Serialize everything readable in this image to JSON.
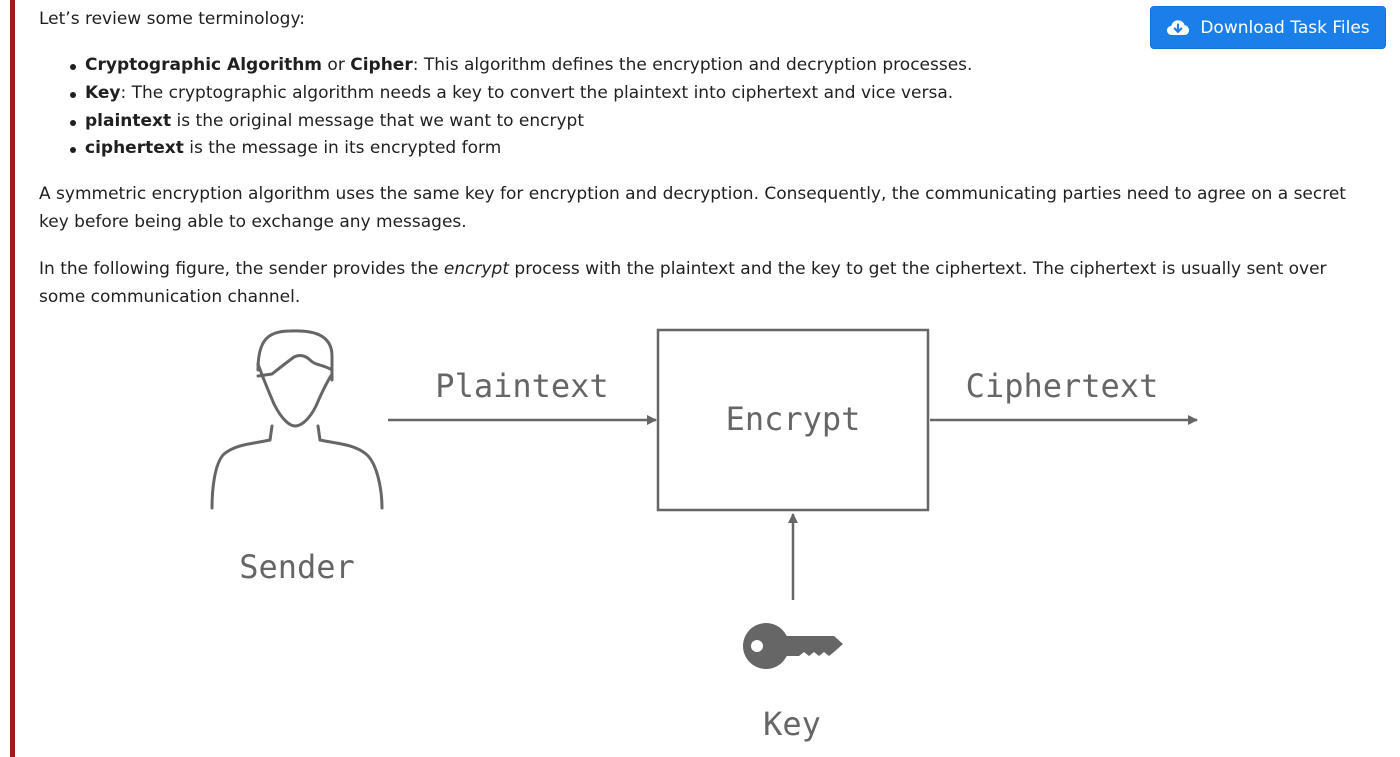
{
  "intro": "Let’s review some terminology:",
  "download_button": {
    "label": "Download Task Files",
    "icon": "cloud-download-icon"
  },
  "terms": [
    {
      "bold1": "Cryptographic Algorithm",
      "mid": " or ",
      "bold2": "Cipher",
      "rest": ": This algorithm defines the encryption and decryption processes."
    },
    {
      "bold1": "Key",
      "mid": "",
      "bold2": "",
      "rest": ": The cryptographic algorithm needs a key to convert the plaintext into ciphertext and vice versa."
    },
    {
      "bold1": "plaintext",
      "mid": "",
      "bold2": "",
      "rest": " is the original message that we want to encrypt"
    },
    {
      "bold1": "ciphertext",
      "mid": "",
      "bold2": "",
      "rest": " is the message in its encrypted form"
    }
  ],
  "paragraph1": "A symmetric encryption algorithm uses the same key for encryption and decryption. Consequently, the communicating parties need to agree on a secret key before being able to exchange any messages.",
  "paragraph2": {
    "before": "In the following figure, the sender provides the ",
    "emphasis": "encrypt",
    "after": " process with the plaintext and the key to get the ciphertext. The ciphertext is usually sent over some communication channel."
  },
  "figure": {
    "sender_label": "Sender",
    "plaintext_label": "Plaintext",
    "encrypt_label": "Encrypt",
    "ciphertext_label": "Ciphertext",
    "key_label": "Key",
    "colors": {
      "stroke": "#666666",
      "accent_bar": "#a11a1a",
      "button": "#1a7fe8"
    }
  }
}
